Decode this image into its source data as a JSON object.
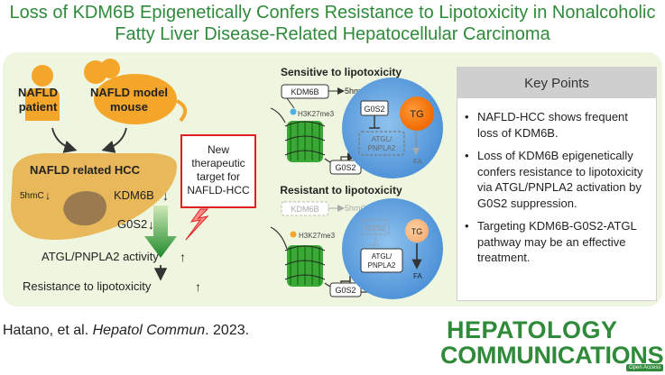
{
  "title_line1": "Loss of KDM6B Epigenetically Confers Resistance to Lipotoxicity in Nonalcoholic",
  "title_line2": "Fatty Liver Disease-Related Hepatocellular Carcinoma",
  "left": {
    "patient_label_1": "NAFLD",
    "patient_label_2": "patient",
    "mouse_label_1": "NAFLD model",
    "mouse_label_2": "mouse",
    "hcc_label": "NAFLD related HCC",
    "hmc_label": "5hmC",
    "kdm6b_label": "KDM6B",
    "g0s2_label": "G0S2",
    "atgl_label": "ATGL/PNPLA2 activity",
    "resistance_label": "Resistance to lipotoxicity",
    "down_arrow": "↓",
    "up_arrow": "↑",
    "target_box": [
      "New",
      "therapeutic",
      "target for",
      "NAFLD-HCC"
    ]
  },
  "sensitive": {
    "heading": "Sensitive to lipotoxicity",
    "kdm6b": "KDM6B",
    "hmc": "5hmC",
    "h3k27": "H3K27me3",
    "g0s2_cell": "G0S2",
    "atgl": [
      "ATGL/",
      "PNPLA2"
    ],
    "tg": "TG",
    "fa": "FA",
    "g0s2_gene": "G0S2"
  },
  "resistant": {
    "heading": "Resistant to lipotoxicity",
    "kdm6b": "KDM6B",
    "hmc": "5hmC",
    "h3k27": "H3K27me3",
    "g0s2_cell": "G0S2",
    "atgl": [
      "ATGL/",
      "PNPLA2"
    ],
    "tg": "TG",
    "fa": "FA",
    "g0s2_gene": "G0S2"
  },
  "key_points": {
    "heading": "Key Points",
    "bullet": "•",
    "items": [
      "NAFLD-HCC shows frequent loss of KDM6B.",
      "Loss of KDM6B epigenetically confers resistance to lipotoxicity via ATGL/PNPLA2 activation by G0S2 suppression.",
      "Targeting KDM6B-G0S2-ATGL pathway may be an effective treatment."
    ]
  },
  "citation": {
    "authors": "Hatano, et al. ",
    "journal": "Hepatol Commun",
    "year": ". 2023."
  },
  "logo": {
    "line1": "HEPATOLOGY",
    "line2": "COMMUNICATIONS",
    "badge": "Open Access"
  },
  "colors": {
    "title_green": "#2f8a3a",
    "panel_bg": "#eef6df",
    "liver": "#e8b85a",
    "tumor": "#9a7b4f",
    "cell_blue": "#5fa0dc",
    "tg_orange": "#f07a10",
    "nucleosome": "#3aa835",
    "red_box": "#e02020"
  }
}
